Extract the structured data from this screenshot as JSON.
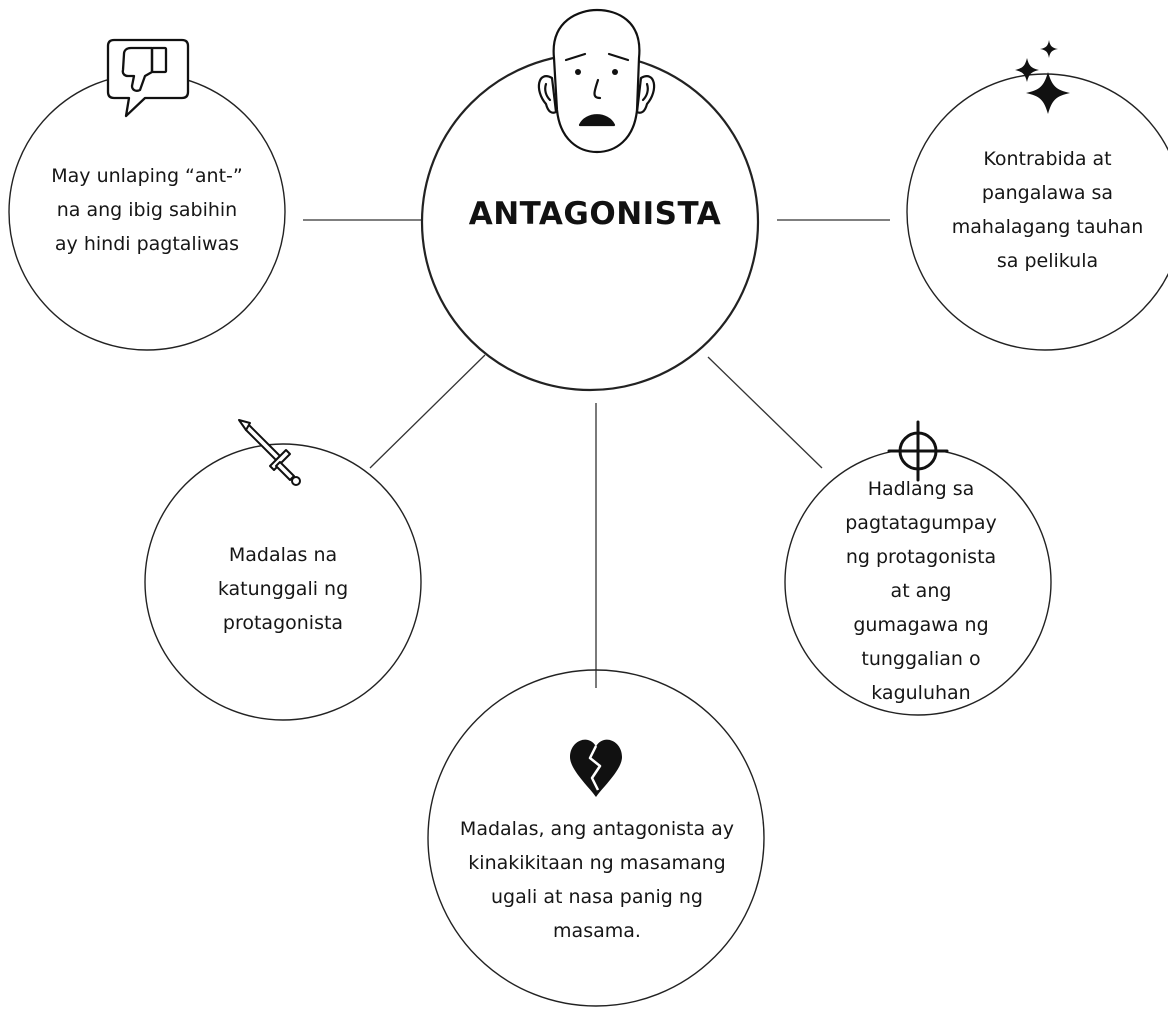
{
  "center": {
    "title": "ANTAGONISTA",
    "icon": "worried-face-icon"
  },
  "nodes": [
    {
      "id": "ant-prefix",
      "text": "May unlaping “ant-” na ang ibig sabihin ay hindi pagtaliwas",
      "icon": "thumbs-down-speech-icon"
    },
    {
      "id": "villain",
      "text": "Kontrabida at pangalawa sa mahalagang tauhan sa pelikula",
      "icon": "sparkles-icon"
    },
    {
      "id": "rival",
      "text": "Madalas na katunggali ng protagonista",
      "icon": "sword-icon"
    },
    {
      "id": "obstacle",
      "text": "Hadlang sa pagtatagumpay ng protagonista at ang gumagawa ng tunggalian o kaguluhan",
      "icon": "crosshair-icon"
    },
    {
      "id": "bad-traits",
      "text": "Madalas, ang antagonista ay kinakikitaan ng masamang ugali at nasa panig ng masama.",
      "icon": "broken-heart-icon"
    }
  ],
  "colors": {
    "stroke": "#222222",
    "text": "#161616",
    "background": "#ffffff"
  }
}
